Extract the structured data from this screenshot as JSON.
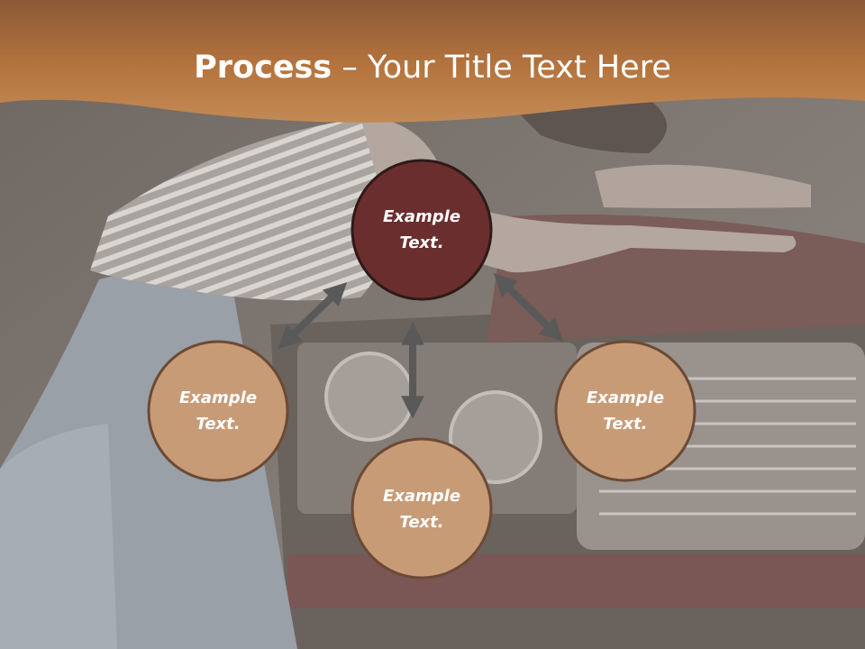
{
  "slide": {
    "title_bold": "Process",
    "title_rest": " – Your Title Text Here"
  },
  "diagram": {
    "nodes": [
      {
        "id": "top",
        "label": "Example\nText.",
        "line1": "Example",
        "line2": "Text."
      },
      {
        "id": "left",
        "label": "Example\nText.",
        "line1": "Example",
        "line2": "Text."
      },
      {
        "id": "bottom",
        "label": "Example\nText.",
        "line1": "Example",
        "line2": "Text."
      },
      {
        "id": "right",
        "label": "Example\nText.",
        "line1": "Example",
        "line2": "Text."
      }
    ]
  },
  "colors": {
    "header": "#b5743e",
    "top_circle": "#6b2e2e",
    "other_circles": "#c89b77",
    "circle_border": "#5a3a2a",
    "arrow": "#595959"
  }
}
